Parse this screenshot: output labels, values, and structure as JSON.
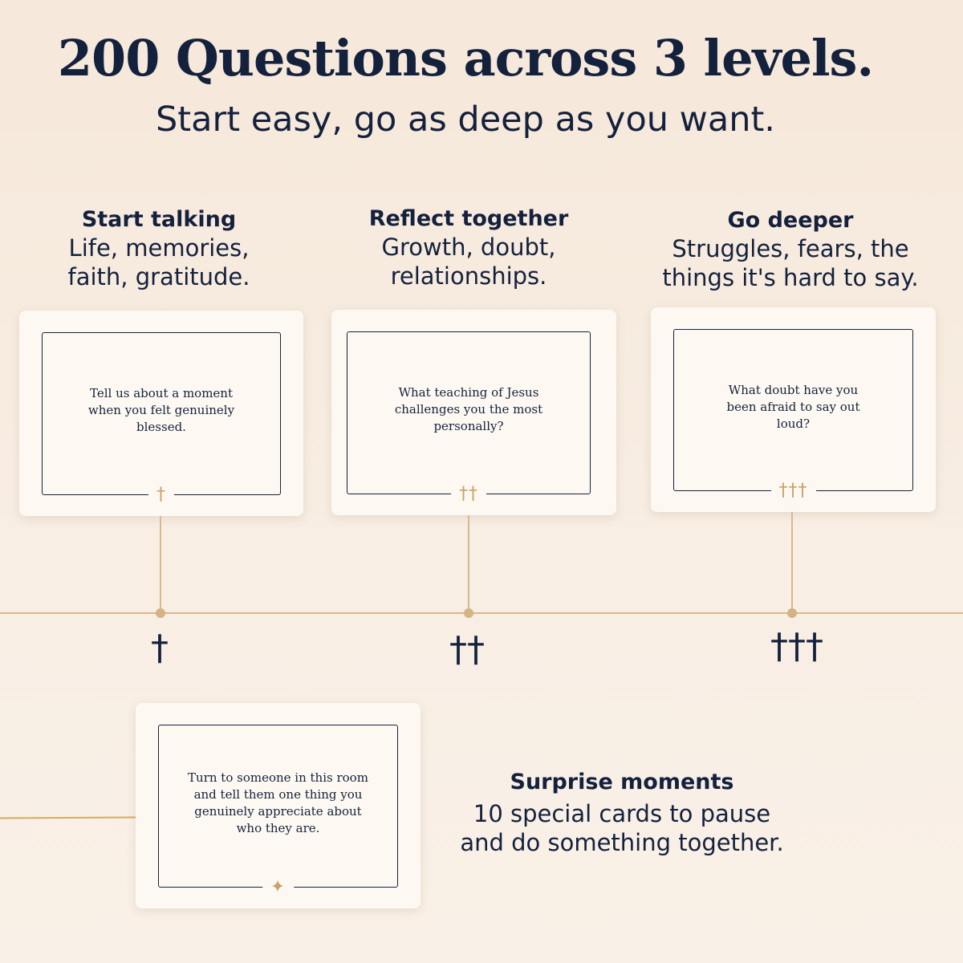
{
  "header": {
    "title": "200 Questions across 3 levels.",
    "subtitle": "Start easy, go as deep as you want."
  },
  "levels": [
    {
      "title": "Start talking",
      "description": "Life, memories,\nfaith, gratitude.",
      "card_question": "Tell us about a moment when you felt genuinely blessed.",
      "card_mark": "†",
      "marker": "†"
    },
    {
      "title": "Reflect together",
      "description": "Growth, doubt,\nrelationships.",
      "card_question": "What teaching of Jesus challenges you the most personally?",
      "card_mark": "††",
      "marker": "††"
    },
    {
      "title": "Go deeper",
      "description": "Struggles, fears, the\nthings it's hard to say.",
      "card_question": "What doubt have you been afraid to say out loud?",
      "card_mark": "†††",
      "marker": "†††"
    }
  ],
  "surprise": {
    "title": "Surprise moments",
    "description": "10 special cards to pause\nand do something together.",
    "card_question": "Turn to someone in this room and tell them one thing you genuinely appreciate about who they are.",
    "card_mark": "✦"
  },
  "colors": {
    "navy": "#14213d",
    "gold": "#c9a36c",
    "background": "#f7ebdf",
    "card": "#fdf9f2"
  }
}
